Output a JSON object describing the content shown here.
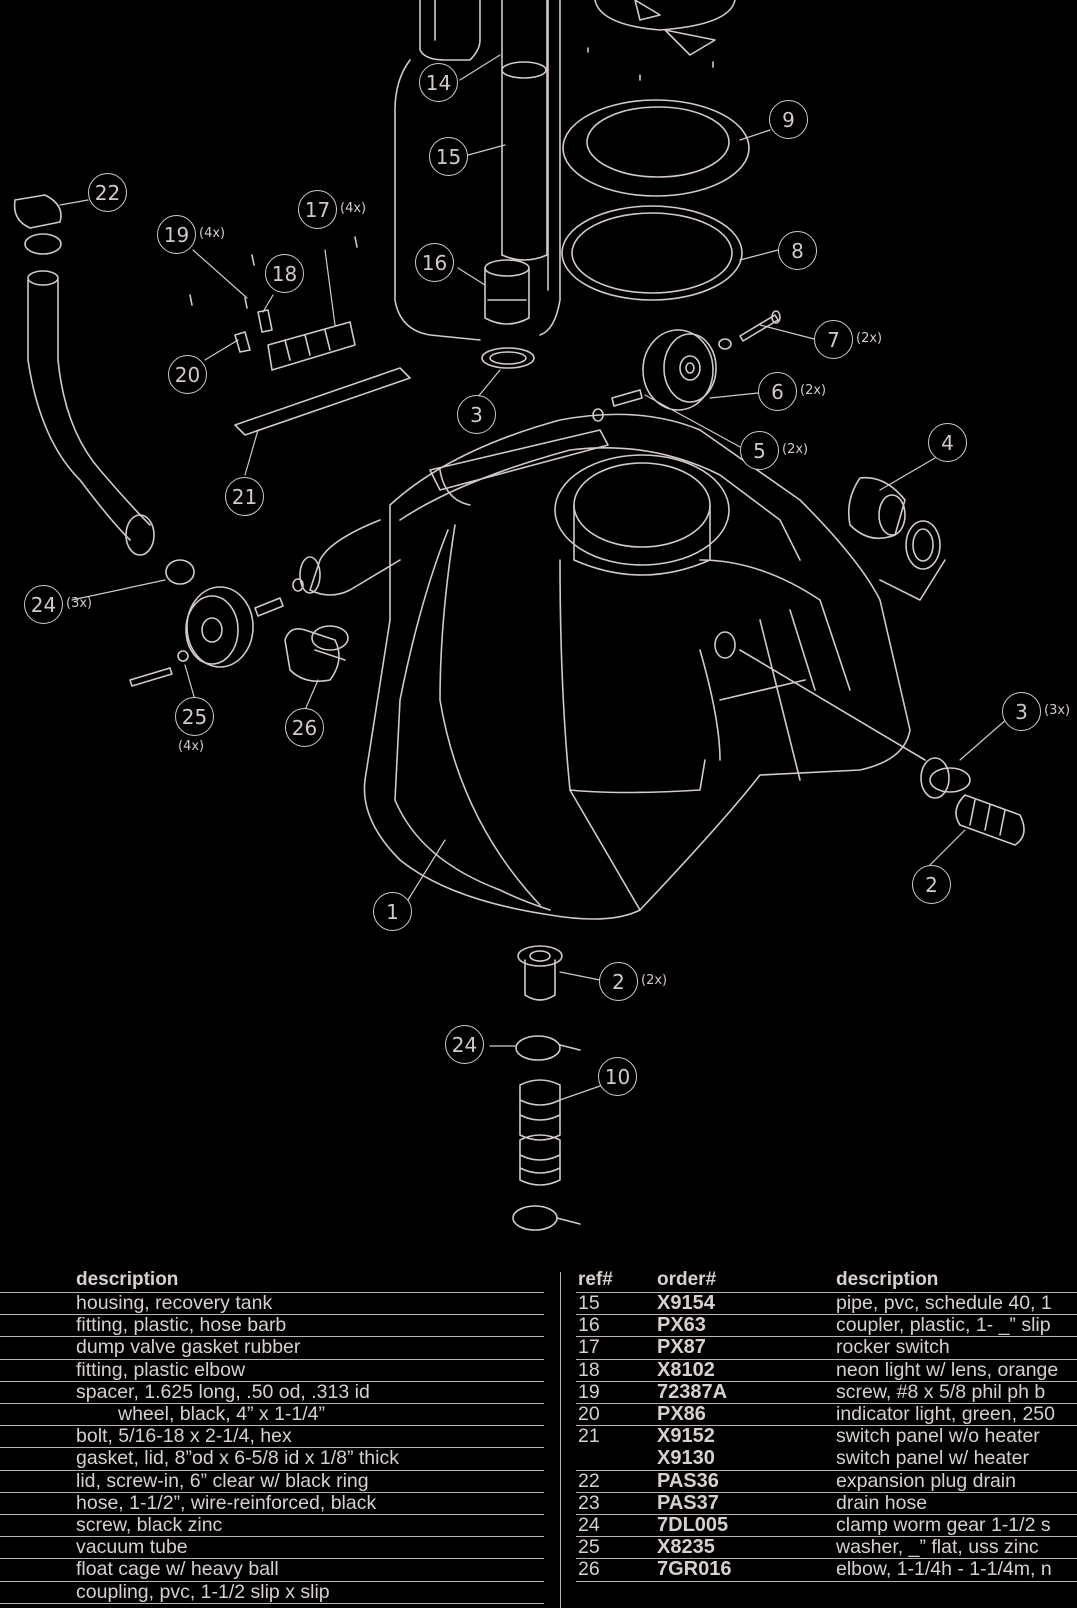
{
  "callouts": [
    {
      "label": "14",
      "qty": ""
    },
    {
      "label": "15",
      "qty": ""
    },
    {
      "label": "16",
      "qty": ""
    },
    {
      "label": "9",
      "qty": ""
    },
    {
      "label": "8",
      "qty": ""
    },
    {
      "label": "7",
      "qty": "(2x)"
    },
    {
      "label": "6",
      "qty": "(2x)"
    },
    {
      "label": "5",
      "qty": "(2x)"
    },
    {
      "label": "4",
      "qty": ""
    },
    {
      "label": "3",
      "qty": ""
    },
    {
      "label": "3",
      "qty": "(3x)"
    },
    {
      "label": "2",
      "qty": ""
    },
    {
      "label": "2",
      "qty": "(2x)"
    },
    {
      "label": "1",
      "qty": ""
    },
    {
      "label": "10",
      "qty": ""
    },
    {
      "label": "24",
      "qty": ""
    },
    {
      "label": "24",
      "qty": "(3x)"
    },
    {
      "label": "25",
      "qty": "(4x)"
    },
    {
      "label": "26",
      "qty": ""
    },
    {
      "label": "21",
      "qty": ""
    },
    {
      "label": "20",
      "qty": ""
    },
    {
      "label": "18",
      "qty": ""
    },
    {
      "label": "19",
      "qty": "(4x)"
    },
    {
      "label": "17",
      "qty": "(4x)"
    },
    {
      "label": "22",
      "qty": ""
    }
  ],
  "parts_table": {
    "left": {
      "headers": {
        "description": "description"
      },
      "rows": [
        {
          "description": "housing, recovery tank"
        },
        {
          "description": "fitting, plastic, hose barb"
        },
        {
          "description": "dump valve gasket rubber"
        },
        {
          "description": "fitting, plastic elbow"
        },
        {
          "description": "spacer, 1.625 long, .50 od, .313 id"
        },
        {
          "description": "wheel, black, 4” x 1-1/4”"
        },
        {
          "description": "bolt, 5/16-18 x 2-1/4, hex"
        },
        {
          "description": "gasket, lid, 8”od x 6-5/8 id x 1/8” thick"
        },
        {
          "description": "lid, screw-in, 6” clear w/ black ring"
        },
        {
          "description": "hose, 1-1/2”, wire-reinforced, black"
        },
        {
          "description": "screw, black zinc"
        },
        {
          "description": "vacuum tube"
        },
        {
          "description": "float cage w/ heavy ball"
        },
        {
          "description": "coupling, pvc, 1-1/2 slip x slip"
        }
      ]
    },
    "right": {
      "headers": {
        "ref": "ref#",
        "order": "order#",
        "description": "description"
      },
      "rows": [
        {
          "ref": "15",
          "order": "X9154",
          "description": "pipe, pvc, schedule 40, 1"
        },
        {
          "ref": "16",
          "order": "PX63",
          "description": "coupler, plastic, 1- _” slip"
        },
        {
          "ref": "17",
          "order": "PX87",
          "description": "rocker switch"
        },
        {
          "ref": "18",
          "order": "X8102",
          "description": "neon light w/ lens, orange"
        },
        {
          "ref": "19",
          "order": "72387A",
          "description": "screw, #8 x 5/8 phil ph b"
        },
        {
          "ref": "20",
          "order": "PX86",
          "description": "indicator light, green, 250"
        },
        {
          "ref": "21",
          "order": "X9152",
          "description": "switch panel w/o heater"
        },
        {
          "ref": "",
          "order": "X9130",
          "description": "switch panel w/ heater"
        },
        {
          "ref": "22",
          "order": "PAS36",
          "description": "expansion plug drain"
        },
        {
          "ref": "23",
          "order": "PAS37",
          "description": "drain hose"
        },
        {
          "ref": "24",
          "order": "7DL005",
          "description": "clamp worm gear 1-1/2 s"
        },
        {
          "ref": "25",
          "order": "X8235",
          "description": "washer, _” flat, uss zinc"
        },
        {
          "ref": "26",
          "order": "7GR016",
          "description": "elbow, 1-1/4h - 1-1/4m, n"
        }
      ]
    }
  },
  "colors": {
    "background": "#000000",
    "line": "#d3c9c6"
  }
}
